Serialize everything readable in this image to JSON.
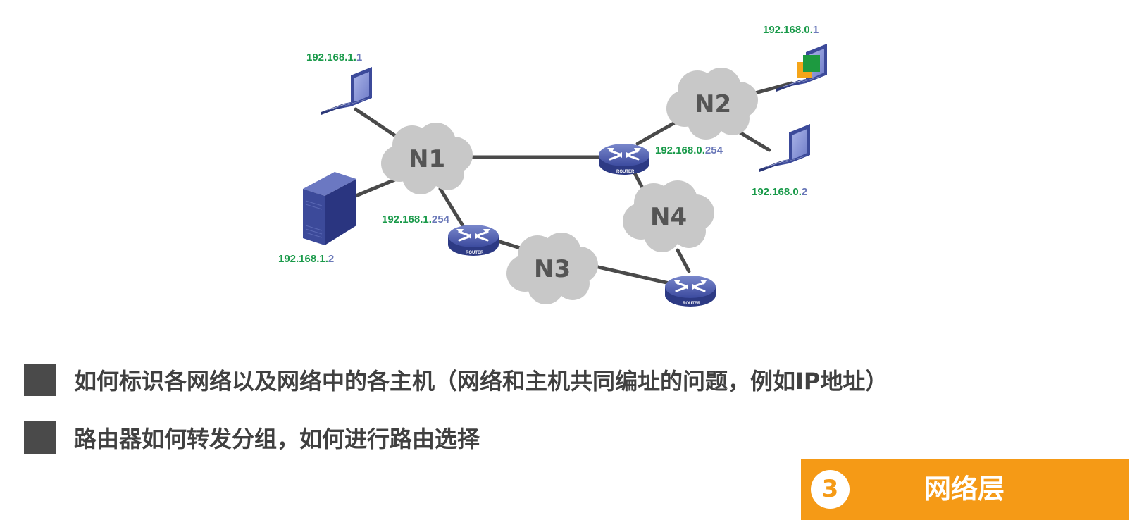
{
  "diagram": {
    "networks": [
      {
        "id": "N1",
        "label": "N1"
      },
      {
        "id": "N2",
        "label": "N2"
      },
      {
        "id": "N3",
        "label": "N3"
      },
      {
        "id": "N4",
        "label": "N4"
      }
    ],
    "routers": [
      {
        "id": "router-1",
        "label": "ROUTER"
      },
      {
        "id": "router-2",
        "label": "ROUTER"
      },
      {
        "id": "router-3",
        "label": "ROUTER"
      }
    ],
    "addresses": {
      "laptop_n1": {
        "prefix": "192.168.1.",
        "host": "1"
      },
      "server_n1": {
        "prefix": "192.168.1.",
        "host": "2"
      },
      "router_n1": {
        "prefix": "192.168.1.",
        "host": "254"
      },
      "laptop_n2_a": {
        "prefix": "192.168.0.",
        "host": "1"
      },
      "laptop_n2_b": {
        "prefix": "192.168.0.",
        "host": "2"
      },
      "router_n2": {
        "prefix": "192.168.0.",
        "host": "254"
      }
    },
    "colors": {
      "network_prefix": "#1a9a4a",
      "host_part": "#6a78b8",
      "cloud": "#c8c8c8",
      "link": "#4a4a4a",
      "device": "#3c4a9a"
    },
    "icons": [
      "laptop-icon",
      "server-icon",
      "router-icon",
      "cloud-icon"
    ]
  },
  "bullets": [
    {
      "text": "如何标识各网络以及网络中的各主机（网络和主机共同编址的问题，例如IP地址）"
    },
    {
      "text": "路由器如何转发分组，如何进行路由选择"
    }
  ],
  "banner": {
    "number": "3",
    "title": "网络层",
    "color": "#f59a16"
  }
}
